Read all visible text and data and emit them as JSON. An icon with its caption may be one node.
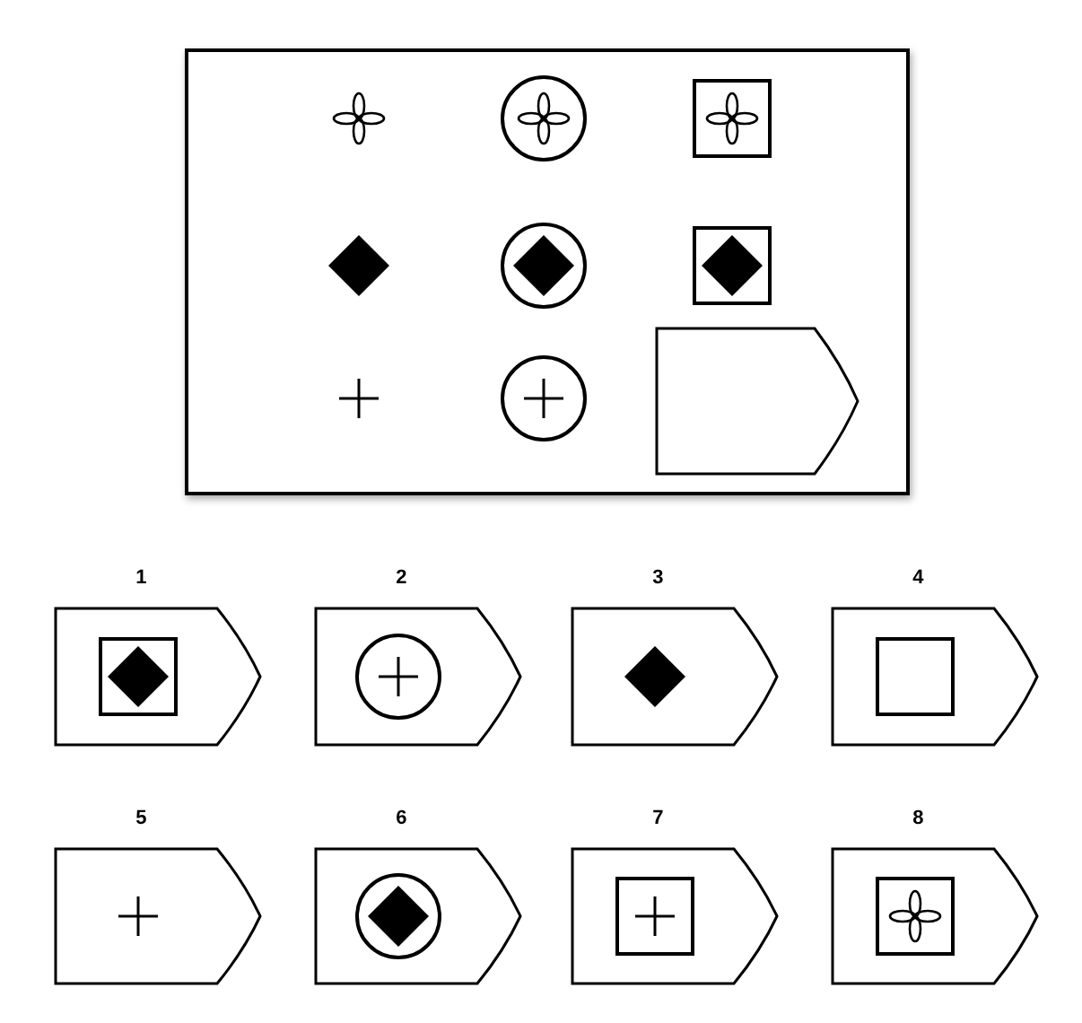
{
  "diagram": {
    "nodes": [
      {
        "text": [],
        "shape": "pentagon"
      },
      {
        "text": [
          "1"
        ]
      },
      {
        "text": [
          "2"
        ]
      },
      {
        "text": [
          "3"
        ]
      },
      {
        "text": [
          "4"
        ]
      },
      {
        "text": [
          "5"
        ]
      },
      {
        "text": [
          "6"
        ]
      },
      {
        "text": [
          "7"
        ]
      },
      {
        "text": [
          "8"
        ]
      }
    ]
  }
}
